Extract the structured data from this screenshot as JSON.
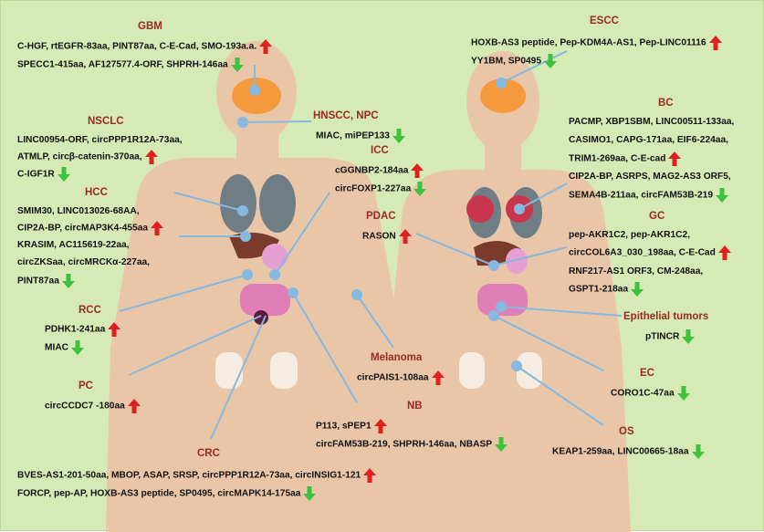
{
  "colors": {
    "up": "#e02020",
    "down": "#3cc23c",
    "title": "#9b2a1f",
    "bg": "#d6eab5",
    "body": "#e9c6a8",
    "connector": "#86b8e0"
  },
  "groups": [
    {
      "id": "gbm",
      "title": "GBM",
      "lines": [
        {
          "text": "C-HGF, rtEGFR-83aa, PINT87aa, C-E-Cad, SMO-193a.a.",
          "dir": "up"
        },
        {
          "text": "SPECC1-415aa, AF127577.4-ORF, SHPRH-146aa",
          "dir": "down"
        }
      ]
    },
    {
      "id": "nsclc",
      "title": "NSCLC",
      "lines": [
        {
          "text": "LINC00954-ORF, circPPP1R12A-73aa,",
          "dir": ""
        },
        {
          "text": "ATMLP, circβ-catenin-370aa,",
          "dir": "up"
        },
        {
          "text": "C-IGF1R",
          "dir": "down"
        }
      ]
    },
    {
      "id": "hcc",
      "title": "HCC",
      "lines": [
        {
          "text": "SMIM30, LINC013026-68AA,",
          "dir": ""
        },
        {
          "text": "CIP2A-BP, circMAP3K4-455aa",
          "dir": "up"
        },
        {
          "text": "KRASIM, AC115619-22aa,",
          "dir": ""
        },
        {
          "text": "circZKSaa, circMRCKα-227aa,",
          "dir": ""
        },
        {
          "text": "PINT87aa",
          "dir": "down"
        }
      ]
    },
    {
      "id": "rcc",
      "title": "RCC",
      "lines": [
        {
          "text": "PDHK1-241aa",
          "dir": "up"
        },
        {
          "text": "MIAC",
          "dir": "down"
        }
      ]
    },
    {
      "id": "pc",
      "title": "PC",
      "lines": [
        {
          "text": "circCCDC7 -180aa",
          "dir": "up"
        }
      ]
    },
    {
      "id": "crc",
      "title": "CRC",
      "lines": [
        {
          "text": "BVES-AS1-201-50aa, MBOP, ASAP, SRSP, circPPP1R12A-73aa, circINSIG1-121",
          "dir": "up"
        },
        {
          "text": "FORCP, pep-AP, HOXB-AS3 peptide, SP0495, circMAPK14-175aa",
          "dir": "down"
        }
      ]
    },
    {
      "id": "hnscc",
      "title": "HNSCC, NPC",
      "lines": [
        {
          "text": "MIAC, miPEP133",
          "dir": "down"
        }
      ]
    },
    {
      "id": "icc",
      "title": "ICC",
      "lines": [
        {
          "text": "cGGNBP2-184aa",
          "dir": "up"
        },
        {
          "text": "circFOXP1-227aa",
          "dir": "down"
        }
      ]
    },
    {
      "id": "pdac",
      "title": "PDAC",
      "lines": [
        {
          "text": "RASON",
          "dir": "up"
        }
      ]
    },
    {
      "id": "melanoma",
      "title": "Melanoma",
      "lines": [
        {
          "text": "circPAIS1-108aa",
          "dir": "up"
        }
      ]
    },
    {
      "id": "nb",
      "title": "NB",
      "lines": [
        {
          "text": "P113, sPEP1",
          "dir": "up"
        },
        {
          "text": "circFAM53B-219, SHPRH-146aa, NBASP",
          "dir": "down"
        }
      ]
    },
    {
      "id": "escc",
      "title": "ESCC",
      "lines": [
        {
          "text": "HOXB-AS3 peptide, Pep-KDM4A-AS1, Pep-LINC01116",
          "dir": "up"
        },
        {
          "text": "YY1BM, SP0495",
          "dir": "down"
        }
      ]
    },
    {
      "id": "bc",
      "title": "BC",
      "lines": [
        {
          "text": "PACMP, XBP1SBM, LINC00511-133aa,",
          "dir": ""
        },
        {
          "text": "CASIMO1, CAPG-171aa, EIF6-224aa,",
          "dir": ""
        },
        {
          "text": "TRIM1-269aa, C-E-cad",
          "dir": "up"
        },
        {
          "text": "CIP2A-BP, ASRPS, MAG2-AS3 ORF5,",
          "dir": ""
        },
        {
          "text": "SEMA4B-211aa, circFAM53B-219",
          "dir": "down"
        }
      ]
    },
    {
      "id": "gc",
      "title": "GC",
      "lines": [
        {
          "text": "pep-AKR1C2, pep-AKR1C2,",
          "dir": ""
        },
        {
          "text": "circCOL6A3_030_198aa, C-E-Cad",
          "dir": "up"
        },
        {
          "text": "RNF217-AS1 ORF3, CM-248aa,",
          "dir": ""
        },
        {
          "text": "GSPT1-218aa",
          "dir": "down"
        }
      ]
    },
    {
      "id": "epi",
      "title": "Epithelial tumors",
      "lines": [
        {
          "text": "pTINCR",
          "dir": "down"
        }
      ]
    },
    {
      "id": "ec",
      "title": "EC",
      "lines": [
        {
          "text": "CORO1C-47aa",
          "dir": "down"
        }
      ]
    },
    {
      "id": "os",
      "title": "OS",
      "lines": [
        {
          "text": "KEAP1-259aa, LINC00665-18aa",
          "dir": "down"
        }
      ]
    }
  ]
}
